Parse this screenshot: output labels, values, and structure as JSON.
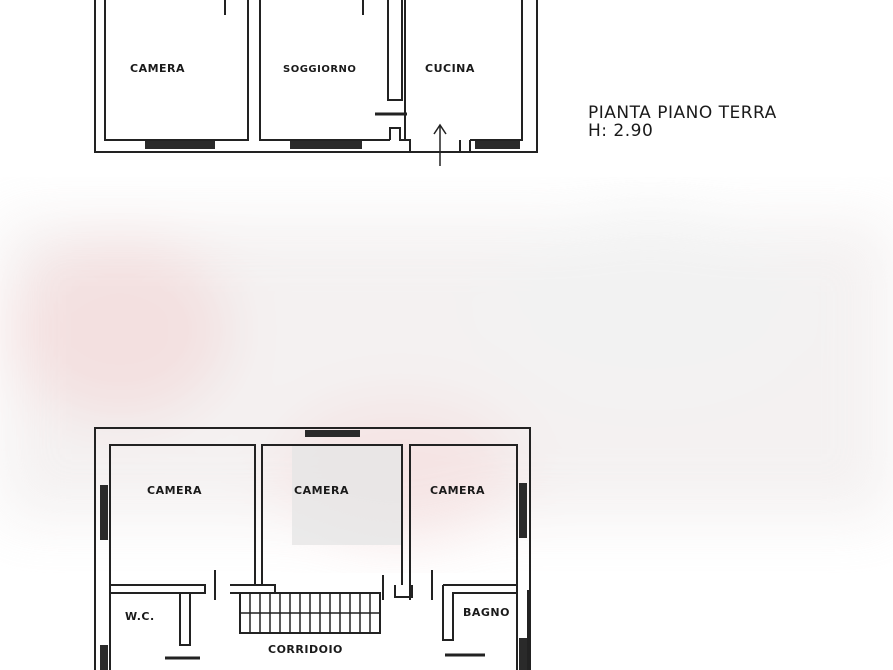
{
  "ground_floor": {
    "title": "PIANTA PIANO TERRA",
    "height": "H: 2.90",
    "rooms": [
      "CAMERA",
      "SOGGIORNO",
      "CUCINA"
    ]
  },
  "upper_floor": {
    "rooms": [
      "CAMERA",
      "CAMERA",
      "CAMERA",
      "W.C.",
      "BAGNO",
      "CORRIDOIO"
    ]
  },
  "watermark_color": "#e8c8c8"
}
